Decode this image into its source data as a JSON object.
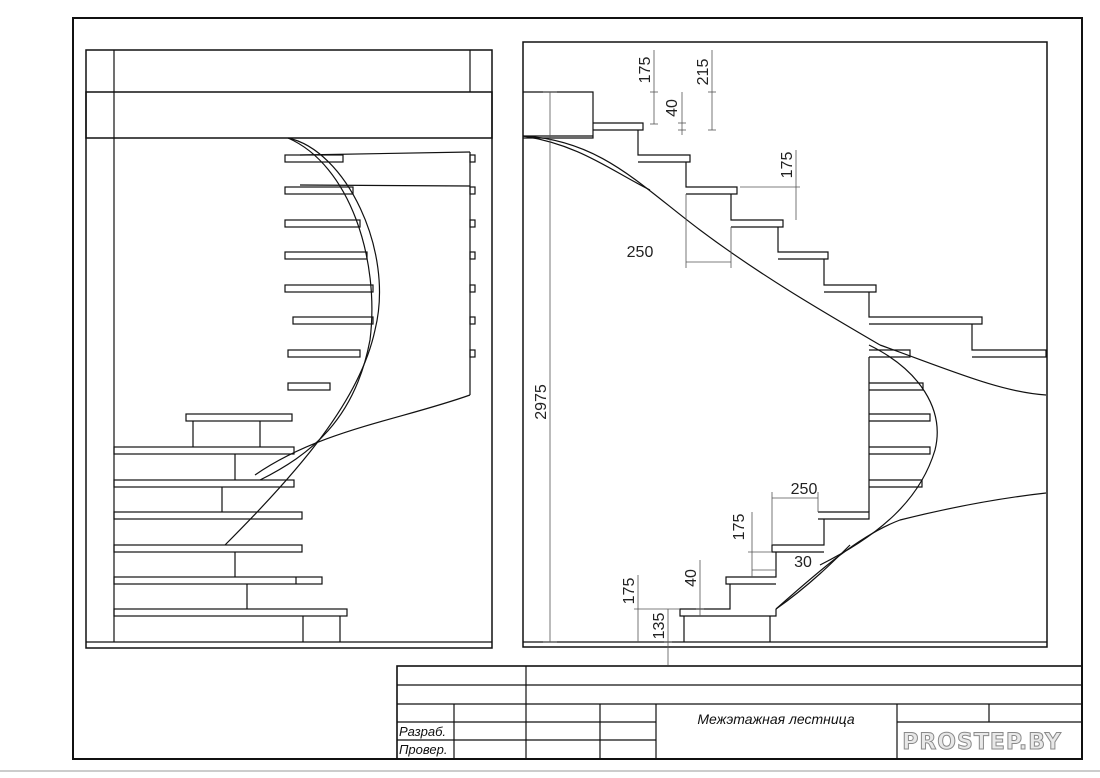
{
  "title_block": {
    "title": "Межэтажная лестница",
    "row_developer": "Разраб.",
    "row_checker": "Провер."
  },
  "watermark": "PROSTEP.BY",
  "side_view_dimensions": {
    "total_height": "2975",
    "upper_rise": "175",
    "upper_total": "215",
    "upper_tread_thickness": "40",
    "upper_step_rise": "175",
    "upper_tread_depth": "250",
    "lower_tread_depth": "250",
    "lower_step_rise": "175",
    "lower_nosing": "30",
    "lower_tread_thickness": "40",
    "bottom_rise": "175",
    "bottom_offset": "135"
  },
  "colors": {
    "line": "#1a1a1a",
    "dim_line": "#555555",
    "paper": "#ffffff"
  }
}
